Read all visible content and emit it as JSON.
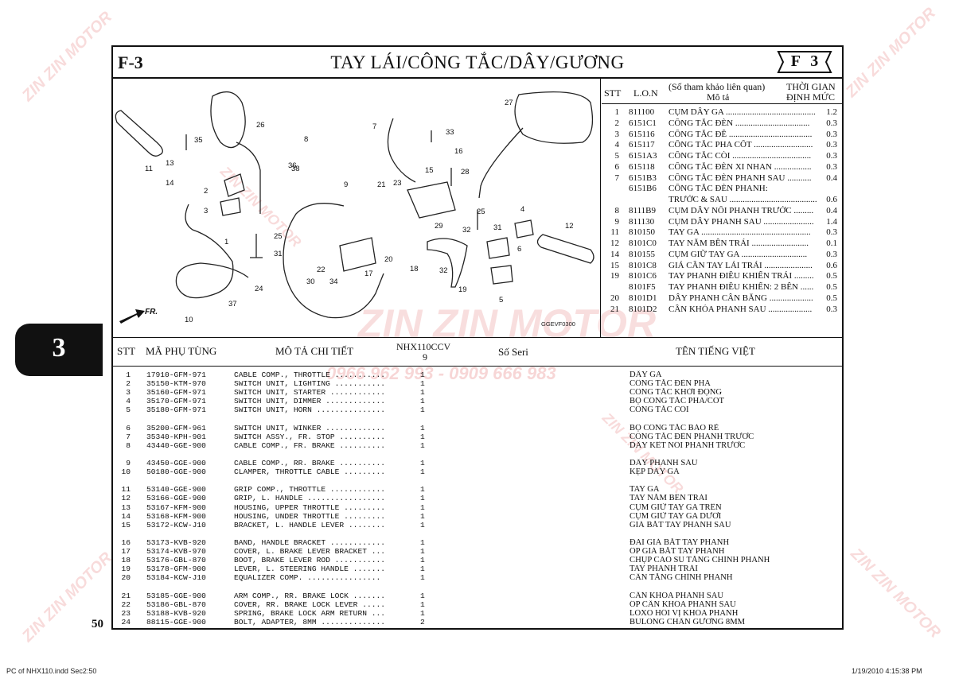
{
  "page": {
    "section_code": "F-3",
    "title": "TAY LÁI/CÔNG TẮC/DÂY/GƯƠNG",
    "badge": "F 3",
    "tab_number": "3",
    "page_number": "50",
    "footer_file": "PC of NHX110.indd   Sec2:50",
    "footer_date": "1/19/2010   4:15:38 PM",
    "diagram_code": "GGEVF0300",
    "fr_label": "FR."
  },
  "watermark": {
    "brand": "ZIN ZIN MOTOR",
    "phones": "0966 962 993 - 0909 666 983"
  },
  "callouts": [
    "1",
    "2",
    "3",
    "4",
    "5",
    "6",
    "7",
    "8",
    "9",
    "10",
    "11",
    "12",
    "13",
    "14",
    "15",
    "16",
    "17",
    "18",
    "19",
    "20",
    "21",
    "22",
    "23",
    "24",
    "25",
    "26",
    "27",
    "28",
    "29",
    "30",
    "31",
    "32",
    "33",
    "34",
    "35",
    "36",
    "37",
    "38"
  ],
  "ref_table": {
    "headers": {
      "stt": "STT",
      "lon": "L.O.N",
      "desc_top": "(Số tham khảo liên quan)",
      "desc_bottom": "Mô tả",
      "time_top": "THỜI GIAN",
      "time_bottom": "ĐỊNH MỨC"
    },
    "rows": [
      {
        "stt": "1",
        "lon": "811100",
        "desc": "CỤM DÂY GA .........................................",
        "time": "1.2"
      },
      {
        "stt": "2",
        "lon": "6151C1",
        "desc": "CÔNG TẮC ĐÈN ..................................",
        "time": "0.3"
      },
      {
        "stt": "3",
        "lon": "615116",
        "desc": "CÔNG TẮC ĐỀ ......................................",
        "time": "0.3"
      },
      {
        "stt": "4",
        "lon": "615117",
        "desc": "CÔNG TẮC PHA CỐT ...........................",
        "time": "0.3"
      },
      {
        "stt": "5",
        "lon": "6151A3",
        "desc": "CÔNG TẮC CÒI ....................................",
        "time": "0.3"
      },
      {
        "stt": "6",
        "lon": "615118",
        "desc": "CÔNG TẮC ĐÈN XI NHAN .................",
        "time": "0.3"
      },
      {
        "stt": "7",
        "lon": "6151B3",
        "desc": "CÔNG TẮC ĐÈN PHANH SAU ...........",
        "time": "0.4"
      },
      {
        "stt": "",
        "lon": "6151B6",
        "desc": "CÔNG TẮC ĐÈN PHANH:",
        "time": ""
      },
      {
        "stt": "",
        "lon": "",
        "desc": "TRƯỚC & SAU ........................................",
        "time": "0.6"
      },
      {
        "stt": "8",
        "lon": "8111B9",
        "desc": "CỤM DÂY NỐI PHANH TRƯỚC .........",
        "time": "0.4"
      },
      {
        "stt": "9",
        "lon": "811130",
        "desc": "CỤM DÂY PHANH SAU .......................",
        "time": "1.4"
      },
      {
        "stt": "11",
        "lon": "810150",
        "desc": "TAY GA ..................................................",
        "time": "0.3"
      },
      {
        "stt": "12",
        "lon": "8101C0",
        "desc": "TAY NẮM BÊN TRÁI ..........................",
        "time": "0.1"
      },
      {
        "stt": "14",
        "lon": "810155",
        "desc": "CỤM GIỮ TAY GA ..............................",
        "time": "0.3"
      },
      {
        "stt": "15",
        "lon": "8101C8",
        "desc": "GIÁ CẦN TAY LÁI TRÁI ......................",
        "time": "0.6"
      },
      {
        "stt": "19",
        "lon": "8101C6",
        "desc": "TAY PHANH ĐIỀU KHIỂN TRÁI .........",
        "time": "0.5"
      },
      {
        "stt": "",
        "lon": "8101F5",
        "desc": "TAY PHANH ĐIỀU KHIỂN: 2 BÊN ......",
        "time": "0.5"
      },
      {
        "stt": "20",
        "lon": "8101D1",
        "desc": "DÂY PHANH CÂN BẰNG ....................",
        "time": "0.5"
      },
      {
        "stt": "21",
        "lon": "8101D2",
        "desc": "CẦN KHÓA PHANH SAU ....................",
        "time": "0.3"
      }
    ]
  },
  "parts_table": {
    "headers": {
      "stt": "STT",
      "part_no": "MÃ PHỤ TÙNG",
      "desc": "MÔ TẢ CHI TIẾT",
      "model_top": "NHX110CCV",
      "model_bottom": "9",
      "serial": "Số Seri",
      "vn_name": "TÊN TIẾNG VIỆT"
    },
    "groups": [
      [
        {
          "stt": "1",
          "part": "17910-GFM-971",
          "desc": "CABLE COMP., THROTTLE ...........",
          "qty": "1",
          "vn": "DÂY GA"
        },
        {
          "stt": "2",
          "part": "35150-KTM-970",
          "desc": "SWITCH UNIT, LIGHTING ...........",
          "qty": "1",
          "vn": "CÔNG TẮC ĐÈN PHA"
        },
        {
          "stt": "3",
          "part": "35160-GFM-971",
          "desc": "SWITCH UNIT, STARTER ............",
          "qty": "1",
          "vn": "CÔNG TẮC KHỞI ĐỘNG"
        },
        {
          "stt": "4",
          "part": "35170-GFM-971",
          "desc": "SWITCH UNIT, DIMMER .............",
          "qty": "1",
          "vn": "BỘ CÔNG TẮC PHA/CỐT"
        },
        {
          "stt": "5",
          "part": "35180-GFM-971",
          "desc": "SWITCH UNIT, HORN ...............",
          "qty": "1",
          "vn": "CÔNG TẮC CÒI"
        }
      ],
      [
        {
          "stt": "6",
          "part": "35200-GFM-961",
          "desc": "SWITCH UNIT, WINKER .............",
          "qty": "1",
          "vn": "BỘ CÔNG TẮC BÁO RẼ"
        },
        {
          "stt": "7",
          "part": "35340-KPH-901",
          "desc": "SWITCH ASSY., FR. STOP ..........",
          "qty": "1",
          "vn": "CÔNG TẮC ĐÈN PHANH TRƯỚC"
        },
        {
          "stt": "8",
          "part": "43440-GGE-900",
          "desc": "CABLE COMP., FR. BRAKE ..........",
          "qty": "1",
          "vn": "DÂY KẾT NỐI PHANH TRƯỚC"
        }
      ],
      [
        {
          "stt": "9",
          "part": "43450-GGE-900",
          "desc": "CABLE COMP., RR. BRAKE ..........",
          "qty": "1",
          "vn": "DÂY PHANH SAU"
        },
        {
          "stt": "10",
          "part": "50180-GGE-900",
          "desc": "CLAMPER, THROTTLE CABLE .........",
          "qty": "1",
          "vn": "KẸP DÂY GA"
        }
      ],
      [
        {
          "stt": "11",
          "part": "53140-GGE-900",
          "desc": "GRIP COMP., THROTTLE ............",
          "qty": "1",
          "vn": "TAY GA"
        },
        {
          "stt": "12",
          "part": "53166-GGE-900",
          "desc": "GRIP, L. HANDLE .................",
          "qty": "1",
          "vn": "TAY NẮM BÊN TRÁI"
        },
        {
          "stt": "13",
          "part": "53167-KFM-900",
          "desc": "HOUSING, UPPER THROTTLE .........",
          "qty": "1",
          "vn": "CỤM GIỮ TAY GA TRÊN"
        },
        {
          "stt": "14",
          "part": "53168-KFM-900",
          "desc": "HOUSING, UNDER THROTTLE .........",
          "qty": "1",
          "vn": "CỤM GIỮ TAY GA DƯỚI"
        },
        {
          "stt": "15",
          "part": "53172-KCW-J10",
          "desc": "BRACKET, L. HANDLE LEVER ........",
          "qty": "1",
          "vn": "GIÁ BẮT TAY PHANH SAU"
        }
      ],
      [
        {
          "stt": "16",
          "part": "53173-KVB-920",
          "desc": "BAND, HANDLE BRACKET ............",
          "qty": "1",
          "vn": "ĐAI GIÁ BẮT TAY PHANH"
        },
        {
          "stt": "17",
          "part": "53174-KVB-970",
          "desc": "COVER, L. BRAKE LEVER BRACKET ...",
          "qty": "1",
          "vn": "ỐP GIÁ BẮT TAY PHANH"
        },
        {
          "stt": "18",
          "part": "53176-GBL-870",
          "desc": "BOOT, BRAKE LEVER ROD ...........",
          "qty": "1",
          "vn": "CHỤP CAO SU TĂNG CHỈNH PHANH"
        },
        {
          "stt": "19",
          "part": "53178-GFM-900",
          "desc": "LEVER, L. STEERING HANDLE .......",
          "qty": "1",
          "vn": "TAY PHANH TRÁI"
        },
        {
          "stt": "20",
          "part": "53184-KCW-J10",
          "desc": "EQUALIZER COMP. ................",
          "qty": "1",
          "vn": "CẦN TĂNG CHỈNH PHANH"
        }
      ],
      [
        {
          "stt": "21",
          "part": "53185-GGE-900",
          "desc": "ARM COMP., RR. BRAKE LOCK .......",
          "qty": "1",
          "vn": "CẦN KHÓA PHANH SAU"
        },
        {
          "stt": "22",
          "part": "53186-GBL-870",
          "desc": "COVER, RR. BRAKE LOCK LEVER .....",
          "qty": "1",
          "vn": "ỐP CẦN KHÓA PHANH SAU"
        },
        {
          "stt": "23",
          "part": "53188-KVB-920",
          "desc": "SPRING, BRAKE LOCK ARM RETURN ...",
          "qty": "1",
          "vn": "LÒXO HỒI VỊ KHÓA PHANH"
        },
        {
          "stt": "24",
          "part": "88115-GGE-900",
          "desc": "BOLT, ADAPTER, 8MM ..............",
          "qty": "2",
          "vn": "BULÔNG CHÂN GƯƠNG 8MM"
        }
      ]
    ]
  }
}
